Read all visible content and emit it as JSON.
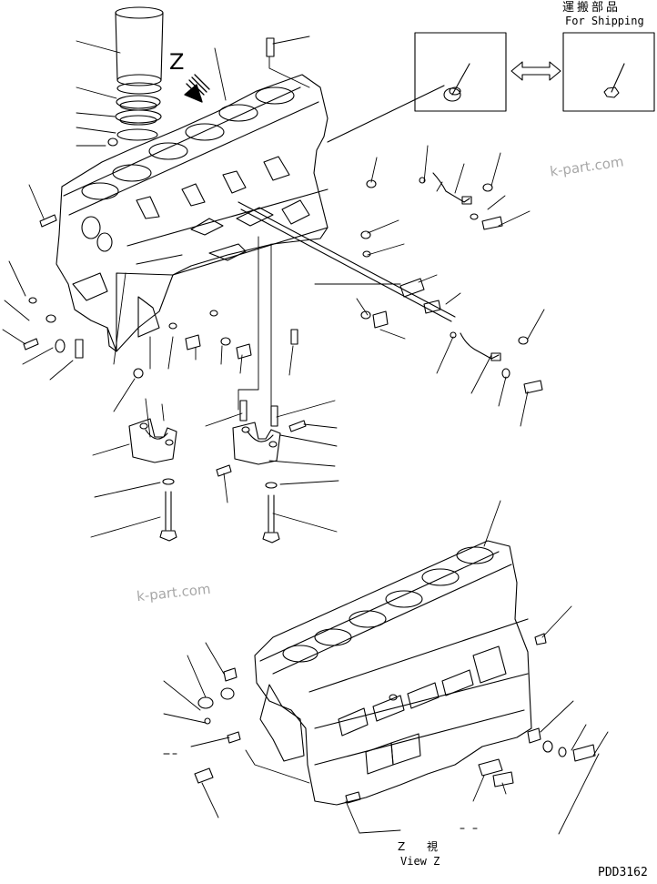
{
  "labels": {
    "shipping_jp": "運搬部品",
    "shipping_en": "For Shipping",
    "z_marker": "Z",
    "view_jp": "Z 視",
    "view_en": "View Z",
    "drawing_code": "PDD3162"
  },
  "watermarks": [
    "k-part.com",
    "k-part.com"
  ],
  "colors": {
    "ink": "#000000",
    "watermark": "#a8a8a8",
    "background": "#ffffff"
  }
}
